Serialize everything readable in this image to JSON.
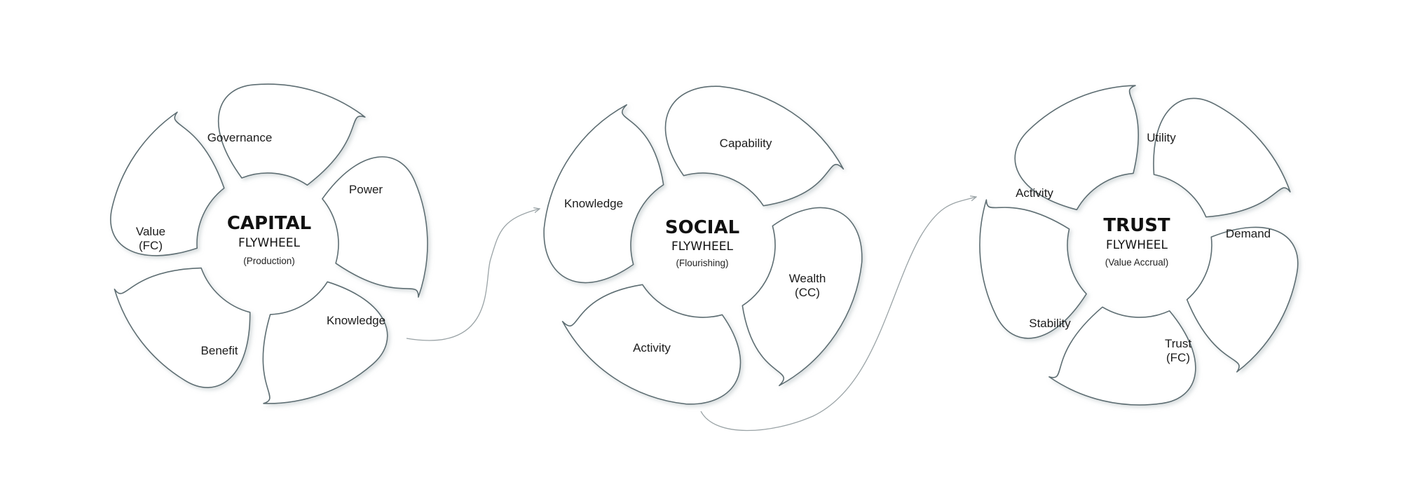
{
  "colors": {
    "outline": "#5d6d72",
    "connector": "#9aa3a6",
    "fill": "#ffffff",
    "text": "#111111"
  },
  "flywheels": [
    {
      "id": "capital",
      "title": "CAPITAL",
      "subtitle": "FLYWHEEL",
      "description": "(Production)",
      "segments": [
        {
          "lines": [
            "Governance"
          ]
        },
        {
          "lines": [
            "Power"
          ]
        },
        {
          "lines": [
            "Knowledge"
          ]
        },
        {
          "lines": [
            "Benefit"
          ]
        },
        {
          "lines": [
            "Value",
            "(FC)"
          ]
        }
      ]
    },
    {
      "id": "social",
      "title": "SOCIAL",
      "subtitle": "FLYWHEEL",
      "description": "(Flourishing)",
      "segments": [
        {
          "lines": [
            "Capability"
          ]
        },
        {
          "lines": [
            "Wealth",
            "(CC)"
          ]
        },
        {
          "lines": [
            "Activity"
          ]
        },
        {
          "lines": [
            "Knowledge"
          ]
        }
      ]
    },
    {
      "id": "trust",
      "title": "TRUST",
      "subtitle": "FLYWHEEL",
      "description": "(Value Accrual)",
      "segments": [
        {
          "lines": [
            "Utility"
          ]
        },
        {
          "lines": [
            "Demand"
          ]
        },
        {
          "lines": [
            "Trust",
            "(FC)"
          ]
        },
        {
          "lines": [
            "Stability"
          ]
        },
        {
          "lines": [
            "Activity"
          ]
        }
      ]
    }
  ]
}
